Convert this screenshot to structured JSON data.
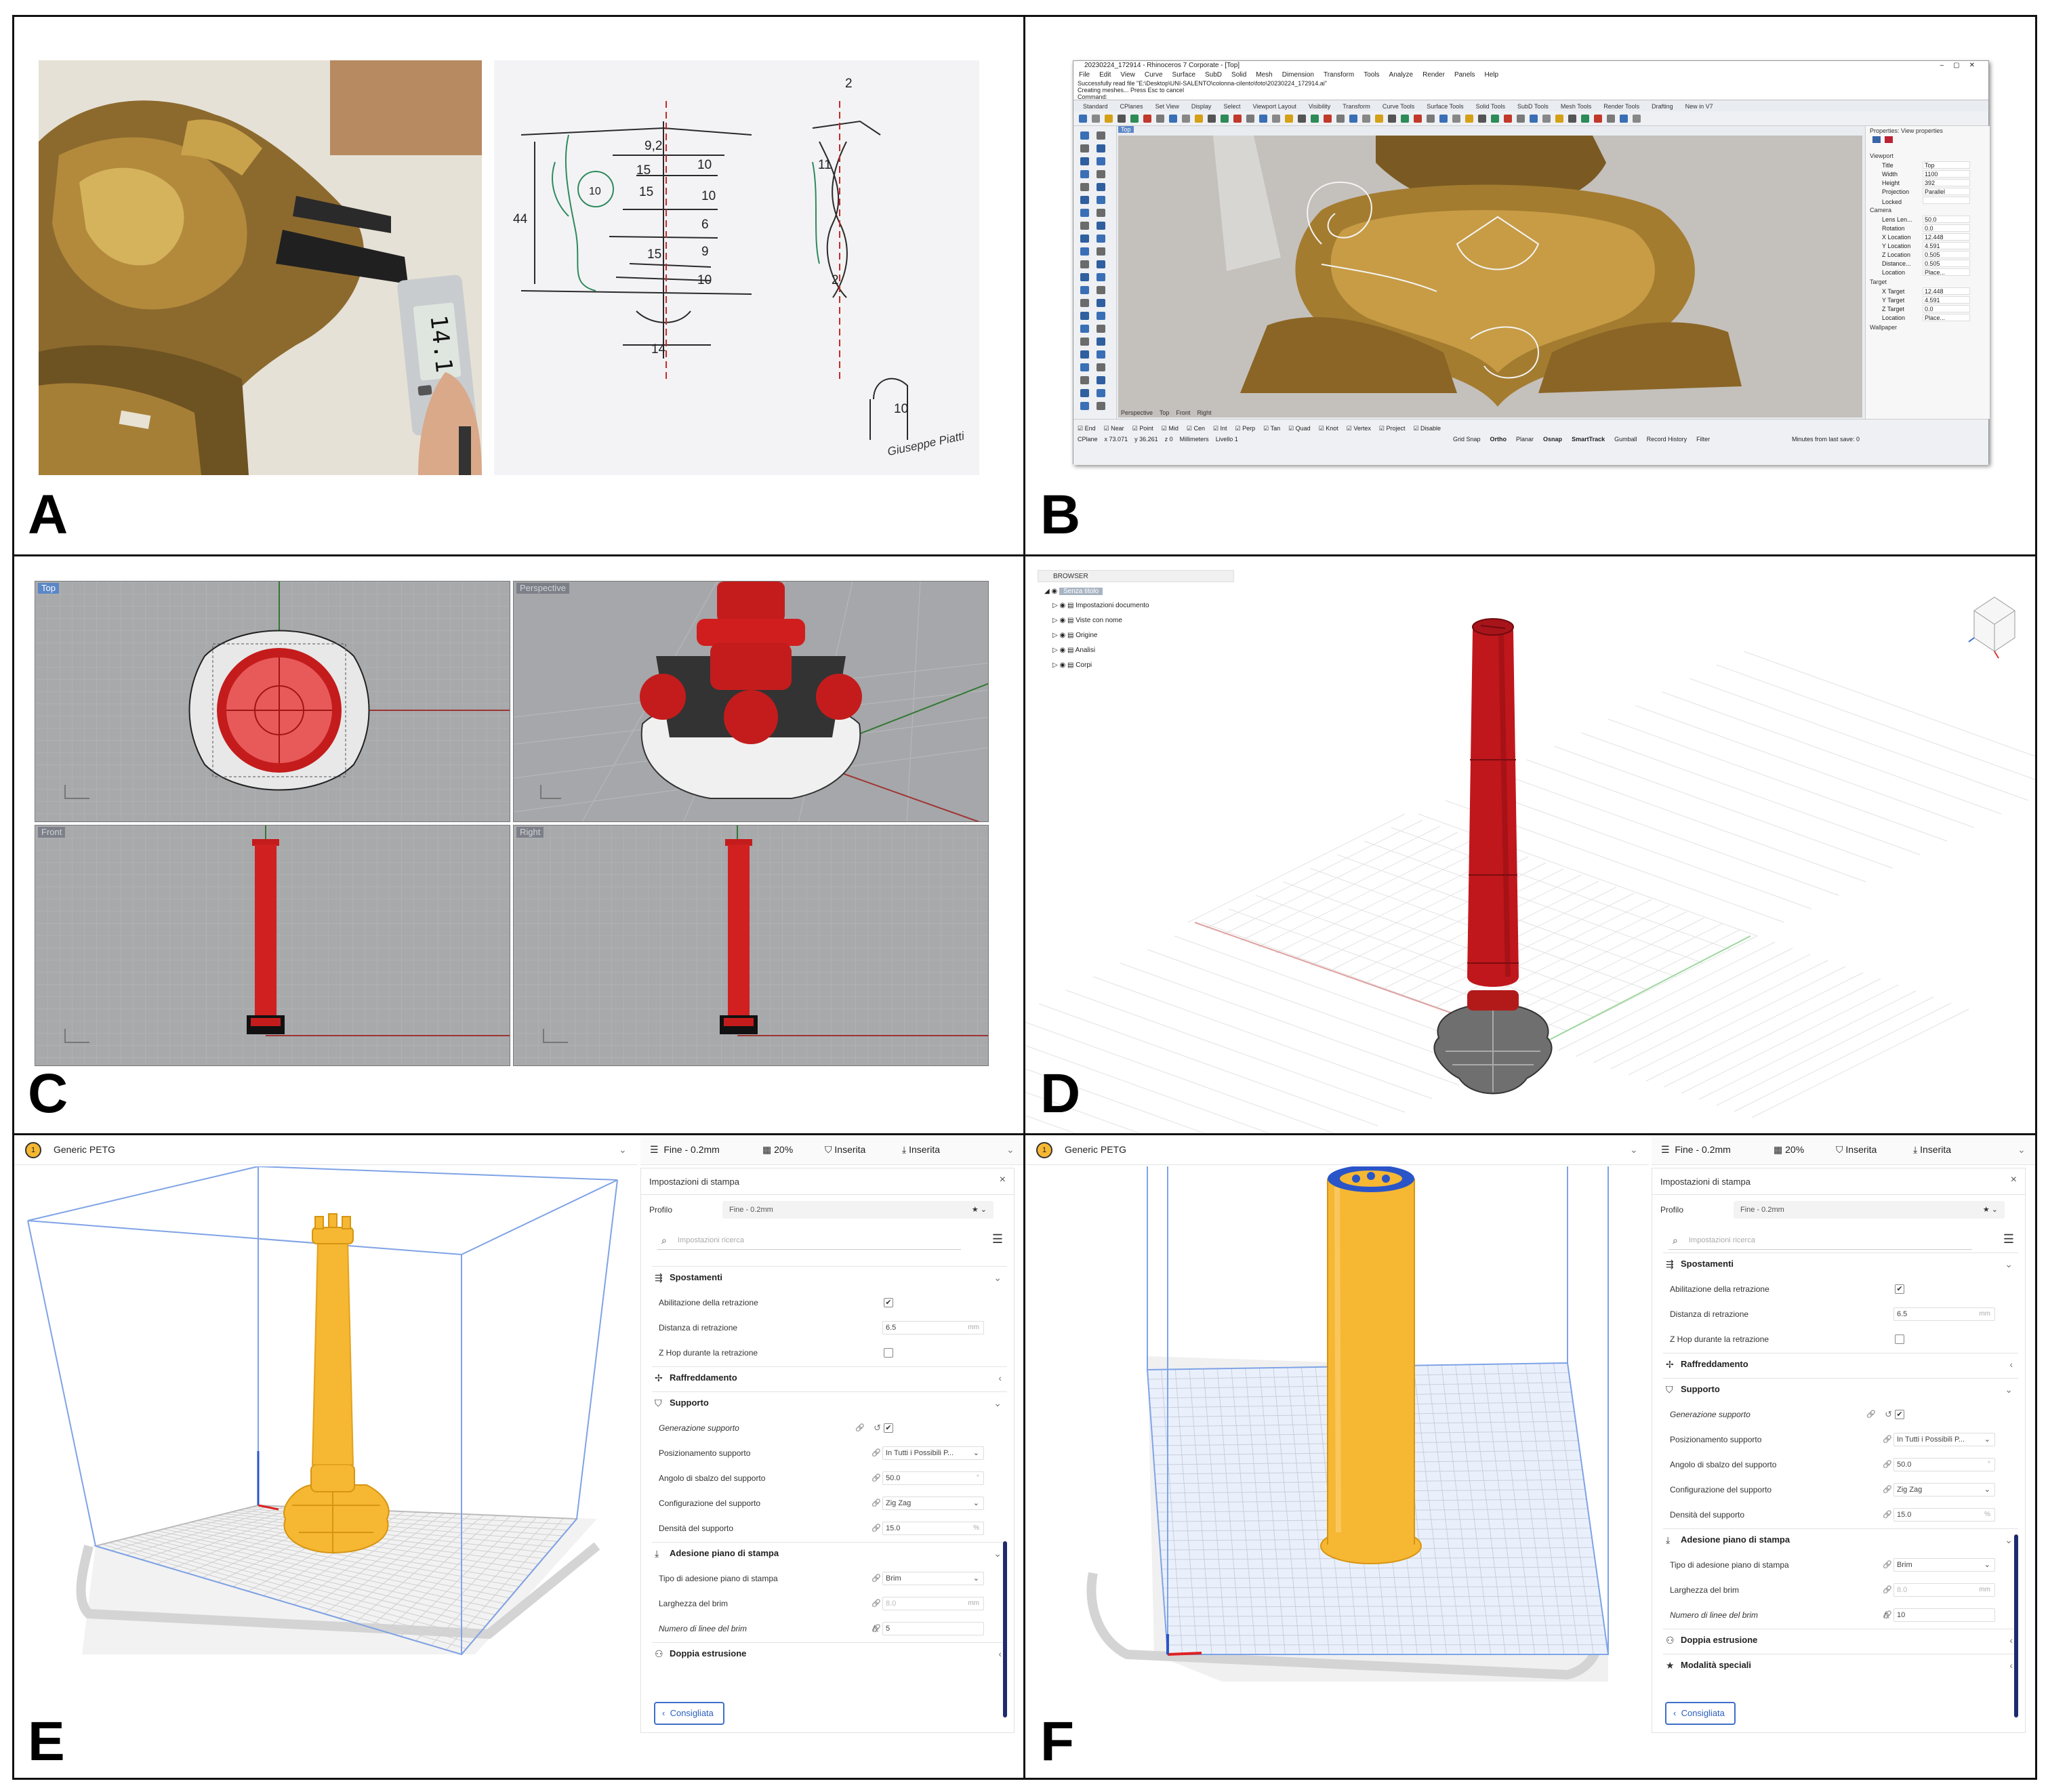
{
  "panel_labels": {
    "a": "A",
    "b": "B",
    "c": "C",
    "d": "D",
    "e": "E",
    "f": "F"
  },
  "panel_a": {
    "caliper_reading": "14.1",
    "sketch_numbers": [
      "9,2",
      "15",
      "15",
      "15",
      "10",
      "10",
      "6",
      "9",
      "10",
      "44",
      "11",
      "2",
      "14",
      "2",
      "10",
      "10"
    ],
    "signature": "Giuseppe Piatti"
  },
  "panel_b": {
    "window_title": "20230224_172914 - Rhinoceros 7 Corporate - [Top]",
    "menu": [
      "File",
      "Edit",
      "View",
      "Curve",
      "Surface",
      "SubD",
      "Solid",
      "Mesh",
      "Dimension",
      "Transform",
      "Tools",
      "Analyze",
      "Render",
      "Panels",
      "Help"
    ],
    "command_history": [
      "Successfully read file \"E:\\Desktop\\UNI-SALENTO\\colonna-cilento\\foto\\20230224_172914.ai\"",
      "Creating meshes... Press Esc to cancel"
    ],
    "command_prompt": "Command:",
    "toolbar_tabs": [
      "Standard",
      "CPlanes",
      "Set View",
      "Display",
      "Select",
      "Viewport Layout",
      "Visibility",
      "Transform",
      "Curve Tools",
      "Surface Tools",
      "Solid Tools",
      "SubD Tools",
      "Mesh Tools",
      "Render Tools",
      "Drafting",
      "New in V7"
    ],
    "viewport_tab": "Top",
    "view_tabs": [
      "Perspective",
      "Top",
      "Front",
      "Right"
    ],
    "properties_title": "Properties: View properties",
    "viewport_section": "Viewport",
    "viewport_props": [
      {
        "k": "Title",
        "v": "Top"
      },
      {
        "k": "Width",
        "v": "1100"
      },
      {
        "k": "Height",
        "v": "392"
      },
      {
        "k": "Projection",
        "v": "Parallel"
      },
      {
        "k": "Locked",
        "v": ""
      }
    ],
    "camera_section": "Camera",
    "camera_props": [
      {
        "k": "Lens Len...",
        "v": "50.0"
      },
      {
        "k": "Rotation",
        "v": "0.0"
      },
      {
        "k": "X Location",
        "v": "12.448"
      },
      {
        "k": "Y Location",
        "v": "4.591"
      },
      {
        "k": "Z Location",
        "v": "0.505"
      },
      {
        "k": "Distance...",
        "v": "0.505"
      },
      {
        "k": "Location",
        "v": "Place..."
      }
    ],
    "target_section": "Target",
    "target_props": [
      {
        "k": "X Target",
        "v": "12.448"
      },
      {
        "k": "Y Target",
        "v": "4.591"
      },
      {
        "k": "Z Target",
        "v": "0.0"
      },
      {
        "k": "Location",
        "v": "Place..."
      }
    ],
    "wallpaper_label": "Wallpaper",
    "osnaps": [
      "End",
      "Near",
      "Point",
      "Mid",
      "Cen",
      "Int",
      "Perp",
      "Tan",
      "Quad",
      "Knot",
      "Vertex",
      "Project",
      "Disable"
    ],
    "status": {
      "cplane": "CPlane",
      "x": "x 73.071",
      "y": "y 36.261",
      "z": "z 0",
      "units": "Millimeters",
      "layer": "Livello 1",
      "modes": [
        "Grid Snap",
        "Ortho",
        "Planar",
        "Osnap",
        "SmartTrack",
        "Gumball",
        "Record History",
        "Filter"
      ],
      "minutes": "Minutes from last save: 0"
    }
  },
  "panel_c": {
    "viewports": [
      "Top",
      "Perspective",
      "Front",
      "Right"
    ]
  },
  "panel_d": {
    "browser_title": "BROWSER",
    "root": "Senza titolo",
    "items": [
      "Impostazioni documento",
      "Viste con nome",
      "Origine",
      "Analisi",
      "Corpi"
    ]
  },
  "panel_e": {
    "material": "Generic PETG",
    "toolbar": {
      "profile": "Fine - 0.2mm",
      "infill": "20%",
      "support": "Inserita",
      "adhesion": "Inserita"
    },
    "settings_title": "Impostazioni di stampa",
    "profile_label": "Profilo",
    "profile_value": "Fine - 0.2mm",
    "search_placeholder": "Impostazioni ricerca",
    "rows": [
      {
        "type": "section",
        "label": "Spostamenti",
        "icon": "travel-icon",
        "open": true
      },
      {
        "type": "check",
        "label": "Abilitazione della retrazione",
        "checked": true
      },
      {
        "type": "value",
        "label": "Distanza di retrazione",
        "value": "6.5",
        "unit": "mm"
      },
      {
        "type": "check",
        "label": "Z Hop durante la retrazione",
        "checked": false
      },
      {
        "type": "section",
        "label": "Raffreddamento",
        "icon": "fan-icon",
        "open": false
      },
      {
        "type": "section",
        "label": "Supporto",
        "icon": "support-icon",
        "open": true
      },
      {
        "type": "check",
        "label": "Generazione supporto",
        "checked": true,
        "italic": true,
        "link": true,
        "reset": true
      },
      {
        "type": "select",
        "label": "Posizionamento supporto",
        "value": "In Tutti i Possibili P...",
        "link": true
      },
      {
        "type": "value",
        "label": "Angolo di sbalzo del supporto",
        "value": "50.0",
        "unit": "°",
        "link": true
      },
      {
        "type": "select",
        "label": "Configurazione del supporto",
        "value": "Zig Zag",
        "link": true
      },
      {
        "type": "value",
        "label": "Densità del supporto",
        "value": "15.0",
        "unit": "%",
        "link": true
      },
      {
        "type": "section",
        "label": "Adesione piano di stampa",
        "icon": "adhesion-icon",
        "open": true
      },
      {
        "type": "select",
        "label": "Tipo di adesione piano di stampa",
        "value": "Brim",
        "link": true
      },
      {
        "type": "value",
        "label": "Larghezza del brim",
        "value": "8.0",
        "unit": "mm",
        "link": true,
        "disabled": true
      },
      {
        "type": "value",
        "label": "Numero di linee del brim",
        "value": "5",
        "unit": "",
        "italic": true,
        "link": true,
        "reset": true,
        "fx": true
      },
      {
        "type": "section",
        "label": "Doppia estrusione",
        "icon": "dual-icon",
        "open": false
      }
    ],
    "recommended": "Consigliata"
  },
  "panel_f": {
    "material": "Generic PETG",
    "toolbar": {
      "profile": "Fine - 0.2mm",
      "infill": "20%",
      "support": "Inserita",
      "adhesion": "Inserita"
    },
    "settings_title": "Impostazioni di stampa",
    "profile_label": "Profilo",
    "profile_value": "Fine - 0.2mm",
    "search_placeholder": "Impostazioni ricerca",
    "rows": [
      {
        "type": "section",
        "label": "Spostamenti",
        "icon": "travel-icon",
        "open": true
      },
      {
        "type": "check",
        "label": "Abilitazione della retrazione",
        "checked": true
      },
      {
        "type": "value",
        "label": "Distanza di retrazione",
        "value": "6.5",
        "unit": "mm"
      },
      {
        "type": "check",
        "label": "Z Hop durante la retrazione",
        "checked": false
      },
      {
        "type": "section",
        "label": "Raffreddamento",
        "icon": "fan-icon",
        "open": false
      },
      {
        "type": "section",
        "label": "Supporto",
        "icon": "support-icon",
        "open": true
      },
      {
        "type": "check",
        "label": "Generazione supporto",
        "checked": true,
        "italic": true,
        "link": true,
        "reset": true
      },
      {
        "type": "select",
        "label": "Posizionamento supporto",
        "value": "In Tutti i Possibili P...",
        "link": true
      },
      {
        "type": "value",
        "label": "Angolo di sbalzo del supporto",
        "value": "50.0",
        "unit": "°",
        "link": true
      },
      {
        "type": "select",
        "label": "Configurazione del supporto",
        "value": "Zig Zag",
        "link": true
      },
      {
        "type": "value",
        "label": "Densità del supporto",
        "value": "15.0",
        "unit": "%",
        "link": true
      },
      {
        "type": "section",
        "label": "Adesione piano di stampa",
        "icon": "adhesion-icon",
        "open": true
      },
      {
        "type": "select",
        "label": "Tipo di adesione piano di stampa",
        "value": "Brim",
        "link": true
      },
      {
        "type": "value",
        "label": "Larghezza del brim",
        "value": "8.0",
        "unit": "mm",
        "link": true,
        "disabled": true
      },
      {
        "type": "value",
        "label": "Numero di linee del brim",
        "value": "10",
        "unit": "",
        "italic": true,
        "link": true,
        "reset": true,
        "fx": true
      },
      {
        "type": "section",
        "label": "Doppia estrusione",
        "icon": "dual-icon",
        "open": false
      },
      {
        "type": "section",
        "label": "Modalità speciali",
        "icon": "star-icon",
        "open": false
      }
    ],
    "recommended": "Consigliata"
  },
  "colors": {
    "model_red": "#c8141a",
    "cura_yellow": "#f6b733",
    "cura_blue": "#3f6fd1",
    "rhino_blue": "#5b87c6"
  }
}
